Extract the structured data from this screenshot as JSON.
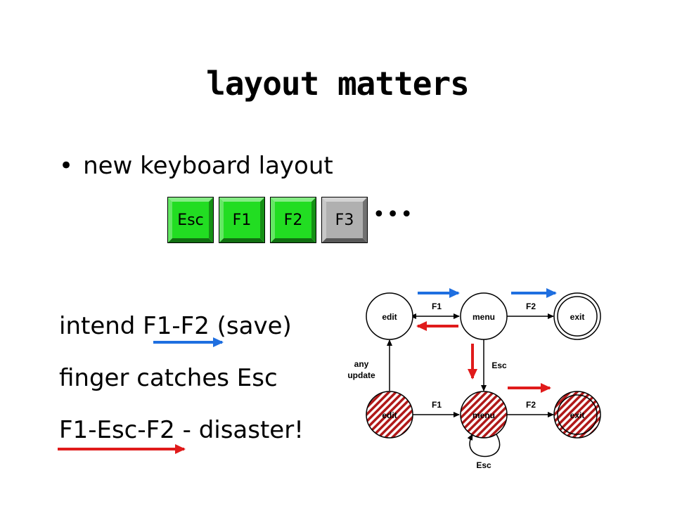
{
  "slide": {
    "title": "layout matters",
    "bullet": "new keyboard layout",
    "bullet_marker": "•",
    "keys": [
      {
        "label": "Esc",
        "state": "new",
        "color": "#22dd22"
      },
      {
        "label": "F1",
        "state": "new",
        "color": "#22dd22"
      },
      {
        "label": "F2",
        "state": "new",
        "color": "#22dd22"
      },
      {
        "label": "F3",
        "state": "old",
        "color": "#b0b0b0"
      }
    ],
    "ellipsis": "•••",
    "lines": [
      "intend F1-F2 (save)",
      "finger catches Esc",
      "F1-Esc-F2 - disaster!"
    ],
    "colors": {
      "intended_arrow": "#1f6fe0",
      "actual_arrow": "#e01b1b",
      "hatch": "#b01818"
    }
  },
  "diagram": {
    "top_states": [
      "edit",
      "menu",
      "exit"
    ],
    "bottom_states": [
      "edit",
      "menu",
      "exit"
    ],
    "edge_labels": {
      "top_f1": "F1",
      "top_f2": "F2",
      "bottom_f1": "F1",
      "bottom_f2": "F2",
      "esc_down": "Esc",
      "esc_loop": "Esc",
      "any_update": "any\nupdate"
    }
  }
}
